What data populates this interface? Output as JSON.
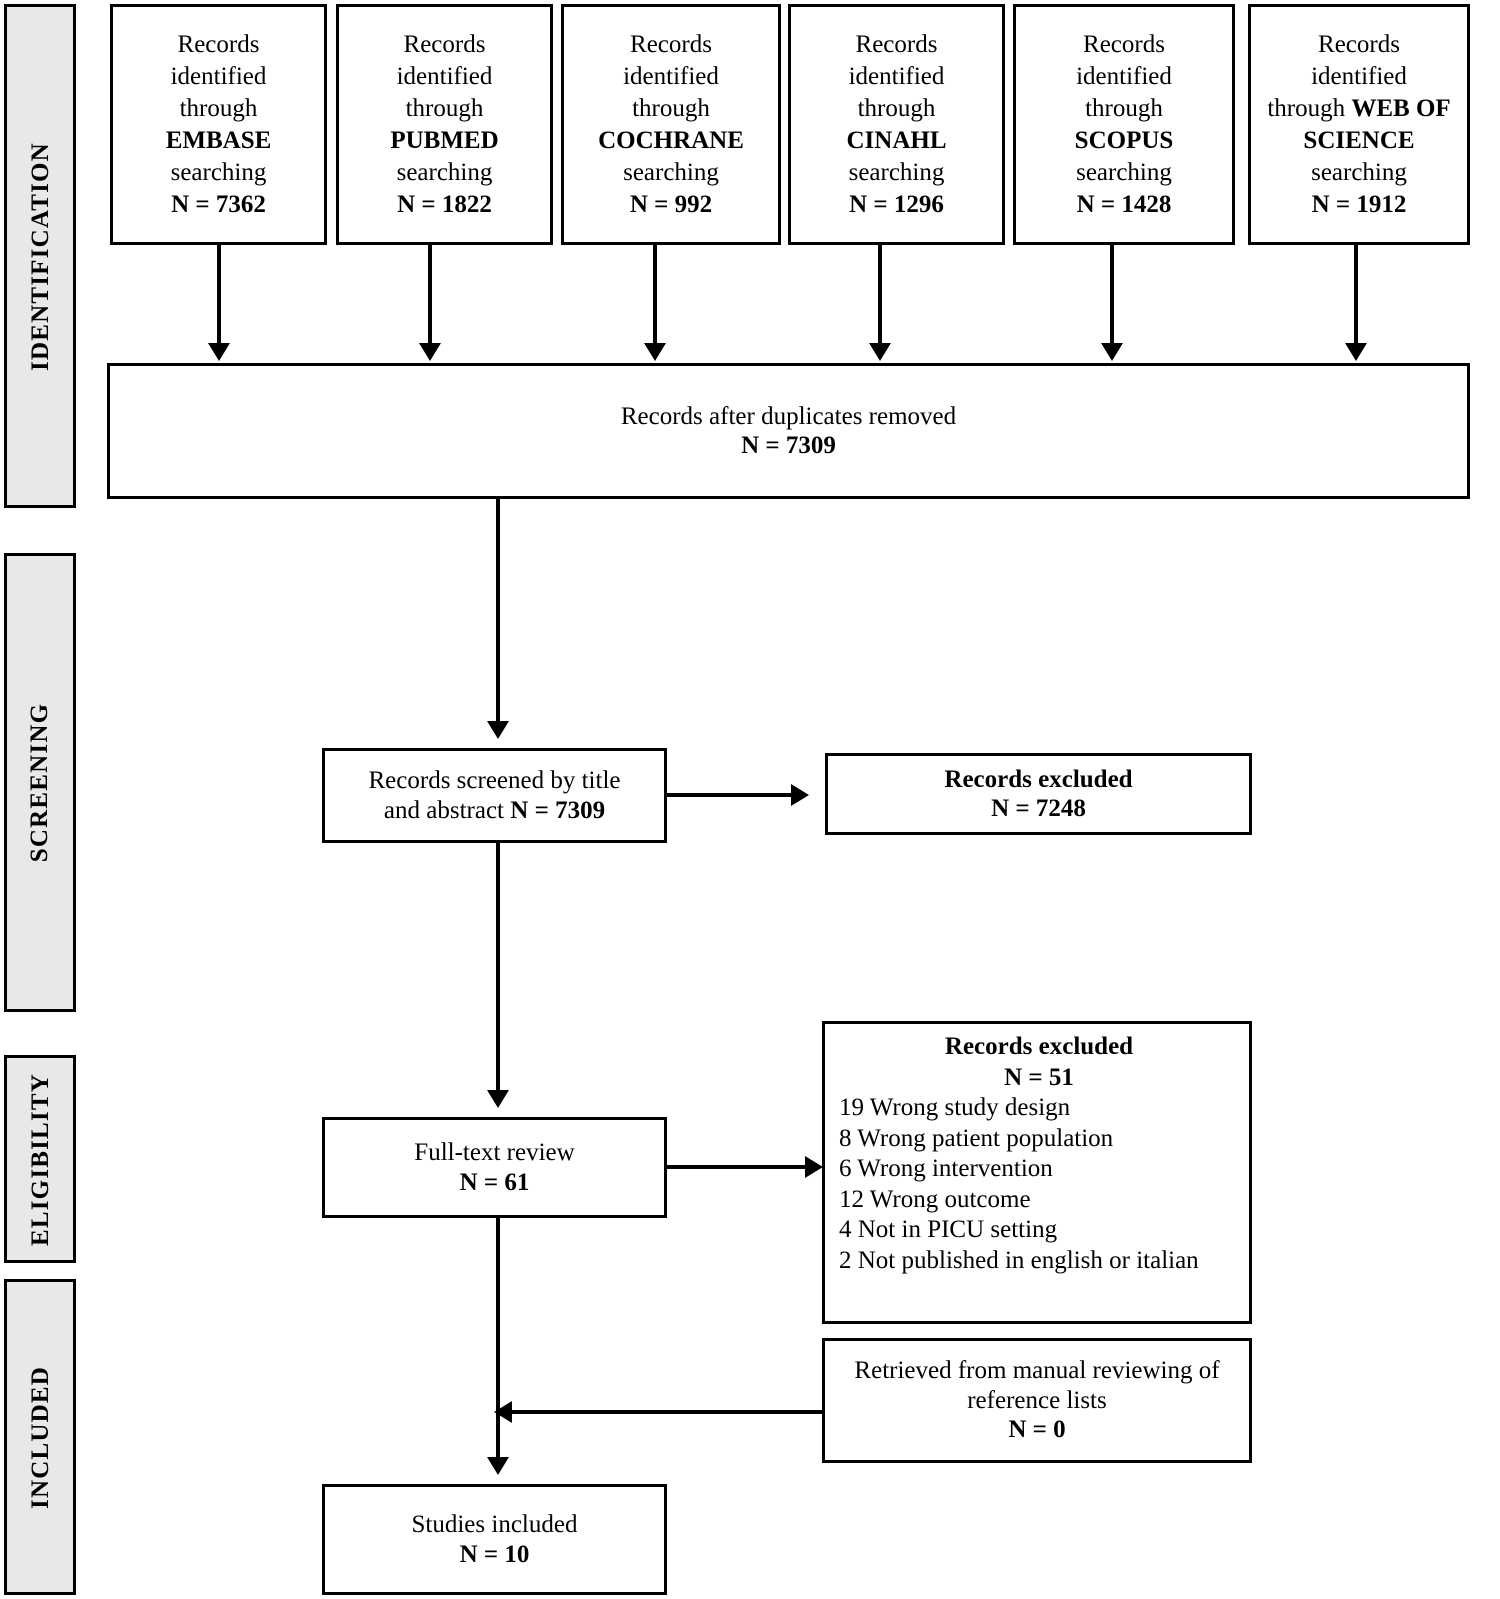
{
  "diagram": {
    "title": "PRISMA study selection flow diagram",
    "type": "prisma-flow",
    "colors": {
      "stage_fill": "#e8e8e8",
      "box_fill": "#ffffff",
      "line": "#000000"
    }
  },
  "stages": [
    {
      "id": "identification",
      "label": "IDENTIFICATION"
    },
    {
      "id": "screening",
      "label": "SCREENING"
    },
    {
      "id": "eligibility",
      "label": "ELIGIBILITY"
    },
    {
      "id": "included",
      "label": "INCLUDED"
    }
  ],
  "sources": [
    {
      "id": "embase",
      "l1": "Records",
      "l2": "identified",
      "l3": "through",
      "db": "EMBASE",
      "l5": "searching",
      "n": "N = 7362",
      "wrap": "normal"
    },
    {
      "id": "pubmed",
      "l1": "Records",
      "l2": "identified",
      "l3": "through",
      "db": "PUBMED",
      "l5": "searching",
      "n": "N = 1822",
      "wrap": "normal"
    },
    {
      "id": "cochrane",
      "l1": "Records",
      "l2": "identified",
      "l3": "through",
      "db": "COCHRANE",
      "l5": "searching",
      "n": "N = 992",
      "wrap": "normal"
    },
    {
      "id": "cinahl",
      "l1": "Records",
      "l2": "identified",
      "l3": "through",
      "db": "CINAHL",
      "l5": "searching",
      "n": "N = 1296",
      "wrap": "normal"
    },
    {
      "id": "scopus",
      "l1": "Records",
      "l2": "identified",
      "l3": "through",
      "db": "SCOPUS",
      "l5": "searching",
      "n": "N = 1428",
      "wrap": "normal"
    },
    {
      "id": "wos",
      "l1": "Records",
      "l2": "identified",
      "l3": "through",
      "db": "WEB OF SCIENCE",
      "l5": "searching",
      "n": "N = 1912",
      "wrap": "inline"
    }
  ],
  "boxes": {
    "duplicates": {
      "line1": "Records after duplicates removed",
      "line2": "N = 7309"
    },
    "screened": {
      "line1": "Records screened by title",
      "line2_plain": "and abstract ",
      "line2_bold": "N =  7309"
    },
    "records_excluded_screening": {
      "line1": "Records excluded",
      "line2": "N = 7248"
    },
    "fulltext": {
      "line1": "Full-text review",
      "line2": "N = 61"
    },
    "records_excluded_eligibility": {
      "header1": "Records excluded",
      "header2": "N = 51",
      "reasons": [
        "19 Wrong study design",
        "8 Wrong patient population",
        "6 Wrong intervention",
        "12 Wrong outcome",
        "4 Not in PICU setting",
        "2 Not published in english or italian"
      ]
    },
    "manual_retrieval": {
      "line1": "Retrieved from manual reviewing of",
      "line2": "reference lists",
      "line3": "N = 0"
    },
    "included_studies": {
      "line1": "Studies included",
      "line2": "N = 10"
    }
  },
  "chart_data": {
    "type": "diagram",
    "title": "PRISMA flow of records through the review",
    "nodes": [
      {
        "id": "embase",
        "label": "Records identified through EMBASE searching",
        "n": 7362
      },
      {
        "id": "pubmed",
        "label": "Records identified through PUBMED searching",
        "n": 1822
      },
      {
        "id": "cochrane",
        "label": "Records identified through COCHRANE searching",
        "n": 992
      },
      {
        "id": "cinahl",
        "label": "Records identified through CINAHL searching",
        "n": 1296
      },
      {
        "id": "scopus",
        "label": "Records identified through SCOPUS searching",
        "n": 1428
      },
      {
        "id": "wos",
        "label": "Records identified through WEB OF SCIENCE searching",
        "n": 1912
      },
      {
        "id": "duplicates",
        "label": "Records after duplicates removed",
        "n": 7309
      },
      {
        "id": "screened",
        "label": "Records screened by title and abstract",
        "n": 7309
      },
      {
        "id": "excluded_screening",
        "label": "Records excluded",
        "n": 7248
      },
      {
        "id": "fulltext",
        "label": "Full-text review",
        "n": 61
      },
      {
        "id": "excluded_eligibility",
        "label": "Records excluded",
        "n": 51,
        "breakdown": [
          {
            "reason": "Wrong study design",
            "n": 19
          },
          {
            "reason": "Wrong patient population",
            "n": 8
          },
          {
            "reason": "Wrong intervention",
            "n": 6
          },
          {
            "reason": "Wrong outcome",
            "n": 12
          },
          {
            "reason": "Not in PICU setting",
            "n": 4
          },
          {
            "reason": "Not published in english or italian",
            "n": 2
          }
        ]
      },
      {
        "id": "manual_retrieval",
        "label": "Retrieved from manual reviewing of reference lists",
        "n": 0
      },
      {
        "id": "included",
        "label": "Studies included",
        "n": 10
      }
    ],
    "edges": [
      {
        "from": "embase",
        "to": "duplicates"
      },
      {
        "from": "pubmed",
        "to": "duplicates"
      },
      {
        "from": "cochrane",
        "to": "duplicates"
      },
      {
        "from": "cinahl",
        "to": "duplicates"
      },
      {
        "from": "scopus",
        "to": "duplicates"
      },
      {
        "from": "wos",
        "to": "duplicates"
      },
      {
        "from": "duplicates",
        "to": "screened"
      },
      {
        "from": "screened",
        "to": "excluded_screening"
      },
      {
        "from": "screened",
        "to": "fulltext"
      },
      {
        "from": "fulltext",
        "to": "excluded_eligibility"
      },
      {
        "from": "manual_retrieval",
        "to": "included"
      },
      {
        "from": "fulltext",
        "to": "included"
      }
    ]
  }
}
